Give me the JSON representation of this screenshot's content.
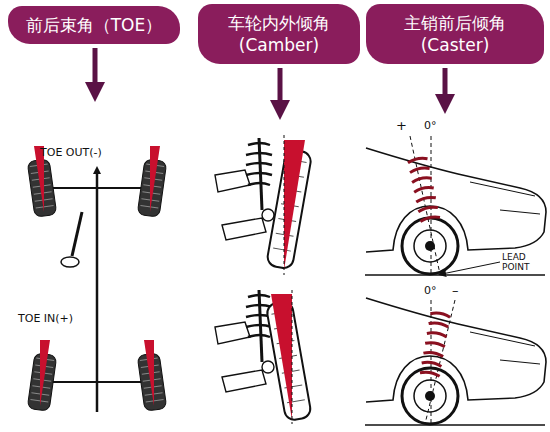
{
  "diagram": {
    "nodes": [
      {
        "text": [
          "前后束角（TOE）"
        ]
      },
      {
        "text": [
          "车轮内外倾角 (Camber)"
        ]
      },
      {
        "text": [
          "主销前后倾角 (Caster)"
        ]
      }
    ],
    "labels": [
      "TOE OUT(-)",
      "TOE IN(+)",
      "+",
      "0°",
      "LEAD POINT",
      "0°",
      "–"
    ]
  }
}
